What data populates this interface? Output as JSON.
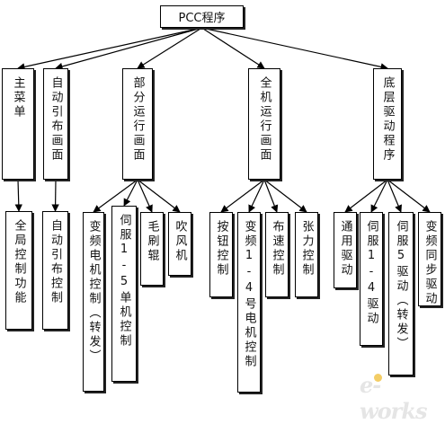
{
  "root": {
    "label": "PCC程序"
  },
  "branches": [
    {
      "label": "主菜单",
      "children": [
        {
          "label": "全局控制功能"
        }
      ]
    },
    {
      "label": "自动引布画面",
      "children": [
        {
          "label": "自动引布控制"
        }
      ]
    },
    {
      "label": "部分运行画面",
      "children": [
        {
          "label": "变频电机控制（转发）"
        },
        {
          "label": "伺服1-5单机控制"
        },
        {
          "label": "毛刷辊"
        },
        {
          "label": "吹风机"
        }
      ]
    },
    {
      "label": "全机运行画面",
      "children": [
        {
          "label": "按钮控制"
        },
        {
          "label": "变频1-4号电机控制"
        },
        {
          "label": "布速控制"
        },
        {
          "label": "张力控制"
        }
      ]
    },
    {
      "label": "底层驱动程序",
      "children": [
        {
          "label": "通用驱动"
        },
        {
          "label": "伺服1-4驱动"
        },
        {
          "label": "伺服5驱动（转发）"
        },
        {
          "label": "变频同步驱动"
        }
      ]
    }
  ],
  "watermark": {
    "text": "e-works"
  },
  "colors": {
    "line": "#000000",
    "box_border": "#000000",
    "background": "#ffffff"
  }
}
